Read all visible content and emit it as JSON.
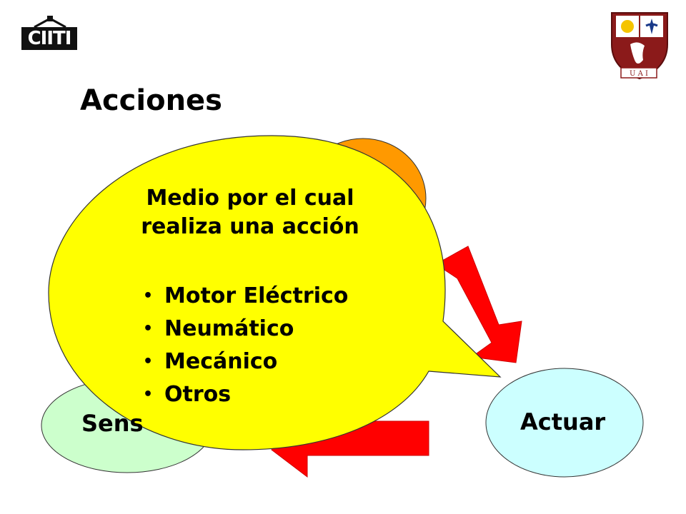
{
  "header": {
    "logo_text": "CIITI",
    "title": "Acciones",
    "crest_text": "U A I"
  },
  "diagram": {
    "callout_heading": [
      "Medio por el cual",
      "realiza una acción"
    ],
    "callout_items": [
      "Motor Eléctrico",
      "Neumático",
      "Mecánico",
      "Otros"
    ],
    "sense_label": "Sens",
    "act_label": "Actuar"
  },
  "colors": {
    "callout_fill": "#FFFF00",
    "top_ellipse": "#FF9900",
    "sense_ellipse": "#CCFFCC",
    "act_ellipse": "#CCFFFF",
    "arrow": "#FF0000"
  }
}
